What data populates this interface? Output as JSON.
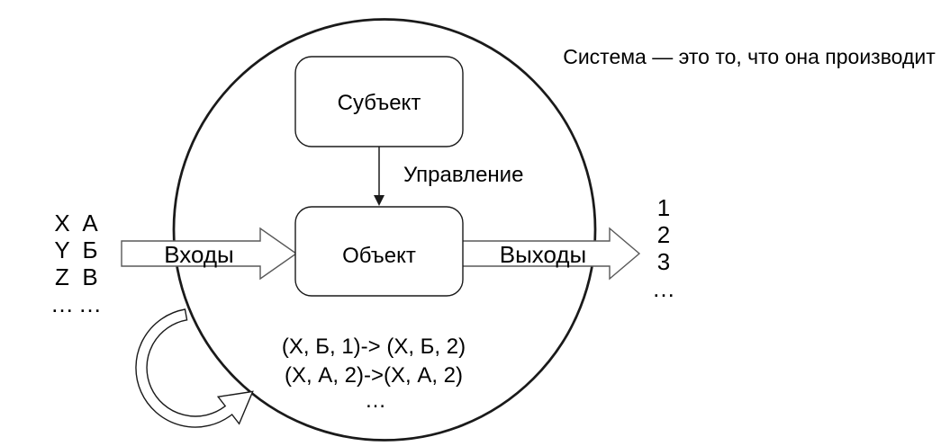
{
  "title": "Система — это то, что она производит",
  "colors": {
    "line": "#1a1a1a",
    "block_arrow_outline": "#595959",
    "highlight_red": "#ff0000",
    "background": "#ffffff"
  },
  "subject_box": {
    "label": "Субъект"
  },
  "control_arrow": {
    "label": "Управление"
  },
  "object_box": {
    "label": "Объект"
  },
  "inputs_arrow": {
    "label": "Входы"
  },
  "outputs_arrow": {
    "label": "Выходы"
  },
  "input_symbols": {
    "rows": [
      {
        "c1": "X",
        "c2": "А"
      },
      {
        "c1": "Y",
        "c2": "Б"
      },
      {
        "c1": "Z",
        "c2": "В"
      },
      {
        "c1": "…",
        "c2": "…"
      }
    ]
  },
  "output_values": {
    "items": [
      {
        "text": "1",
        "color": "#000000"
      },
      {
        "text": "2",
        "color": "#ff0000"
      },
      {
        "text": "3",
        "color": "#000000"
      },
      {
        "text": "…",
        "color": "#000000"
      }
    ]
  },
  "state_transitions": {
    "lines": [
      "(X, Б, 1)-> (X, Б, 2)",
      "(X, А, 2)->(X, А, 2)",
      "…"
    ]
  }
}
